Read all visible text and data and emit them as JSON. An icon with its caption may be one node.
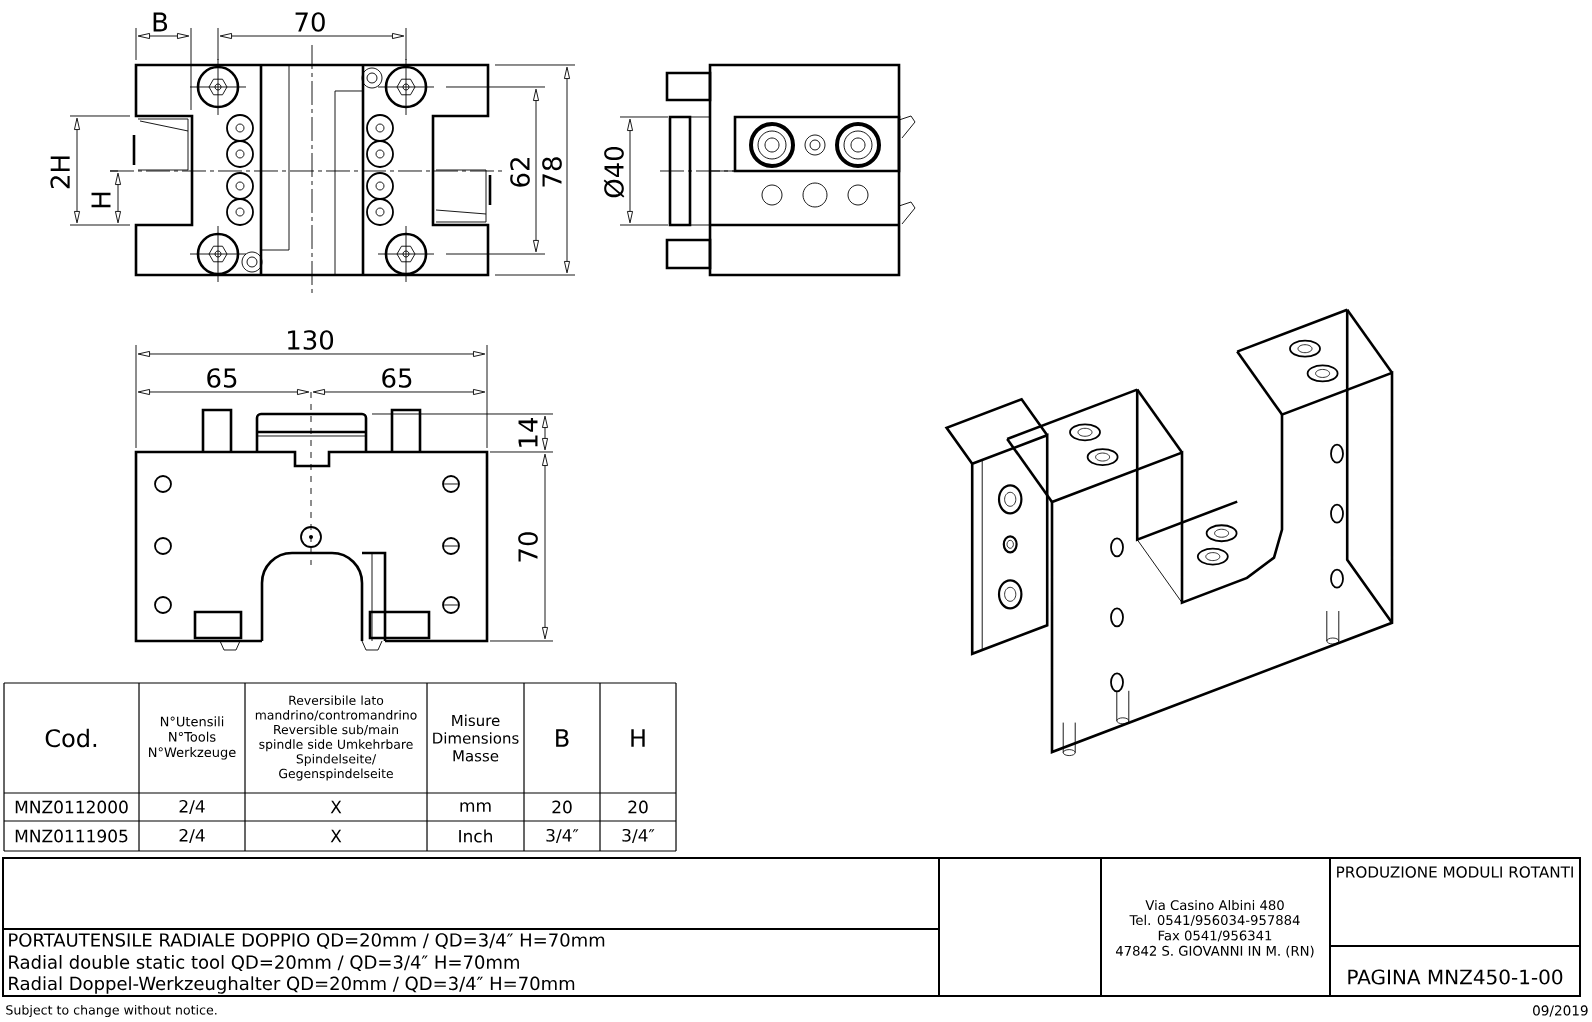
{
  "diagram": {
    "labels": [
      "B",
      "70",
      "2H",
      "H",
      "62",
      "78",
      "Ø40",
      "130",
      "65",
      "65",
      "14",
      "70",
      "Cod.",
      "N°Utensili N°Tools N°Werkzeuge",
      "Reversibile lato mandrino/contromandrino Reversible sub/main spindle side Umkehrbare Spindelseite/ Gegenspindelseite",
      "Misure Dimensions Masse",
      "B",
      "H",
      "MNZ0112000",
      "2/4",
      "X",
      "mm",
      "20",
      "20",
      "MNZ0111905",
      "2/4",
      "X",
      "Inch",
      "3/4″",
      "3/4″",
      "PORTAUTENSILE RADIALE DOPPIO QD=20mm / QD=3/4″ H=70mm",
      "Radial double static tool QD=20mm / QD=3/4″ H=70mm",
      "Radial Doppel-Werkzeughalter QD=20mm / QD=3/4″ H=70mm",
      "Via Casino Albini 480",
      "Tel. 0541/956034-957884",
      "Fax 0541/956341",
      "47842 S. GIOVANNI IN M. (RN)",
      "PRODUZIONE MODULI ROTANTI",
      "PAGINA MNZ450-1-00",
      "Subject to change without notice.",
      "09/2019"
    ]
  }
}
